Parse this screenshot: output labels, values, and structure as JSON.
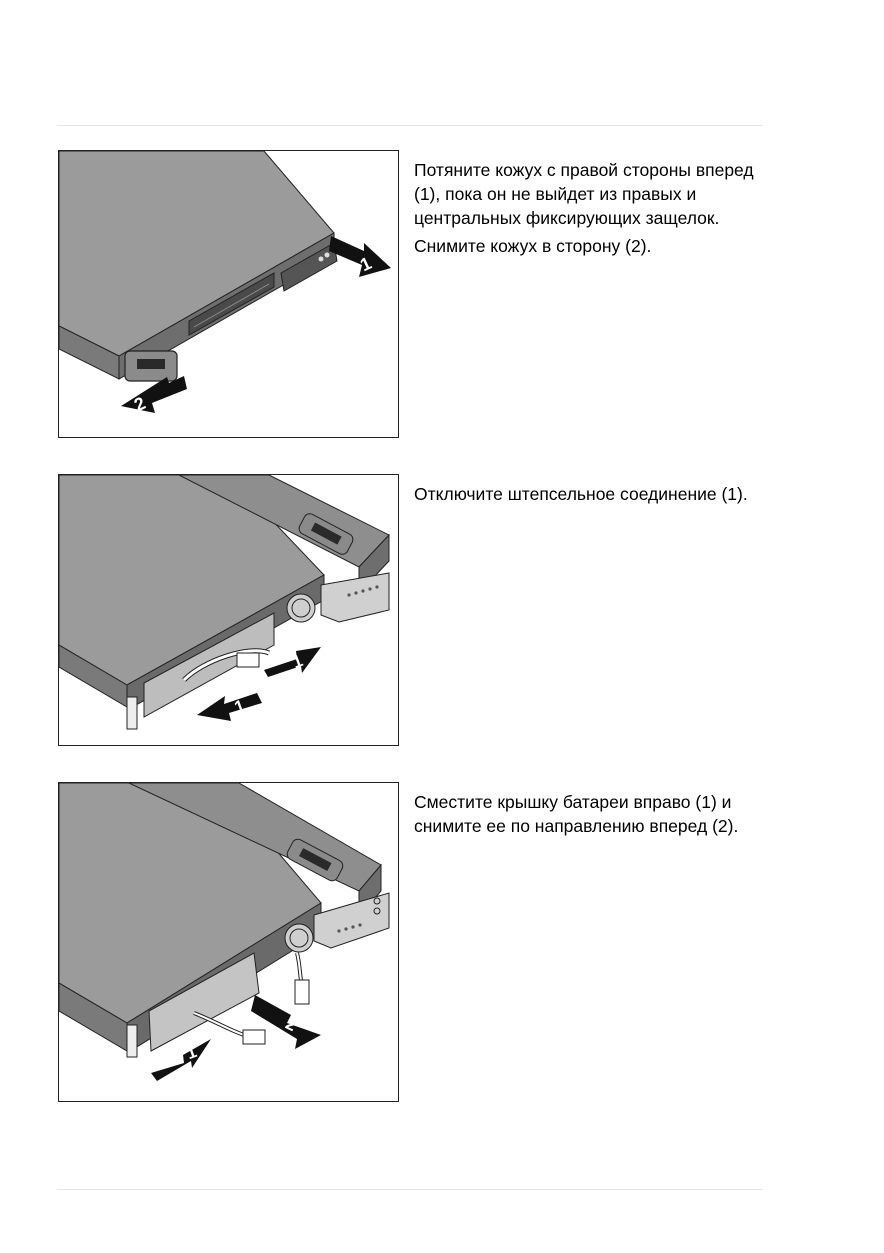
{
  "steps": [
    {
      "figure_callouts": [
        "1",
        "2"
      ],
      "paragraphs": [
        "Потяните кожух с правой стороны вперед (1), пока он не выйдет из правых и центральных фиксирующих защелок.",
        "Снимите кожух в сторону (2)."
      ]
    },
    {
      "figure_callouts": [
        "1",
        "1"
      ],
      "paragraphs": [
        "Отключите штепсельное соединение (1)."
      ]
    },
    {
      "figure_callouts": [
        "1",
        "2"
      ],
      "paragraphs": [
        "Сместите крышку батареи вправо (1) и снимите ее по направлению вперед (2)."
      ]
    }
  ]
}
